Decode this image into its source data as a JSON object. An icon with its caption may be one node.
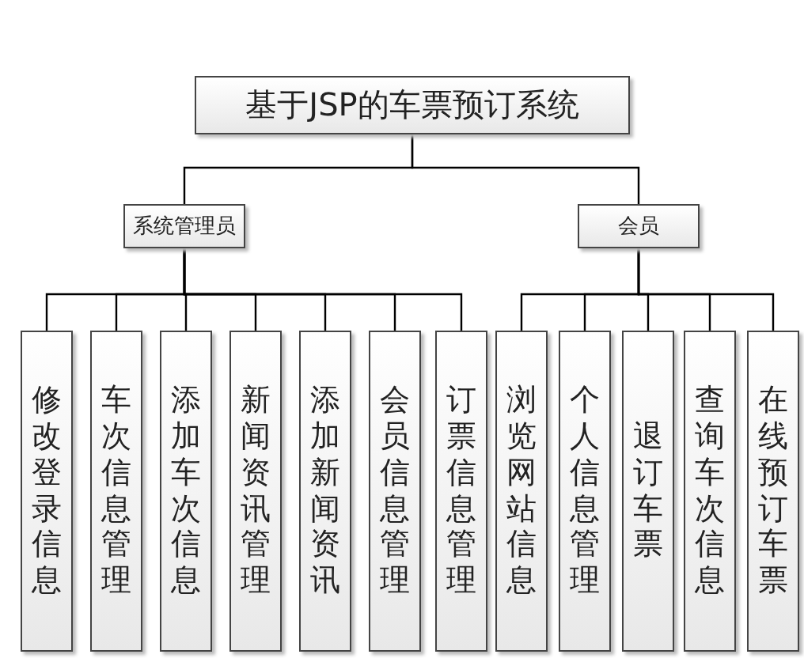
{
  "diagram": {
    "nodes": [
      {
        "text": [
          "基于JSP的车票预订系统"
        ]
      },
      {
        "text": [
          "系统管理员"
        ]
      },
      {
        "text": [
          "会员"
        ]
      },
      {
        "text": [
          "修改登录信息"
        ]
      },
      {
        "text": [
          "车次信息管理"
        ]
      },
      {
        "text": [
          "添加车次信息"
        ]
      },
      {
        "text": [
          "新闻资讯管理"
        ]
      },
      {
        "text": [
          "添加新闻资讯"
        ]
      },
      {
        "text": [
          "会员信息管理"
        ]
      },
      {
        "text": [
          "订票信息管理"
        ]
      },
      {
        "text": [
          "浏览网站信息"
        ]
      },
      {
        "text": [
          "个人信息管理"
        ]
      },
      {
        "text": [
          "退订车票"
        ]
      },
      {
        "text": [
          "查询车次信息"
        ]
      },
      {
        "text": [
          "在线预订车票"
        ]
      }
    ],
    "edges": [
      {
        "from": 0,
        "to": 1,
        "arrow": "none"
      },
      {
        "from": 0,
        "to": 2,
        "arrow": "none"
      },
      {
        "from": 1,
        "to": 3,
        "arrow": "none"
      },
      {
        "from": 1,
        "to": 4,
        "arrow": "none"
      },
      {
        "from": 1,
        "to": 5,
        "arrow": "none"
      },
      {
        "from": 1,
        "to": 6,
        "arrow": "none"
      },
      {
        "from": 1,
        "to": 7,
        "arrow": "none"
      },
      {
        "from": 1,
        "to": 8,
        "arrow": "none"
      },
      {
        "from": 1,
        "to": 9,
        "arrow": "none"
      },
      {
        "from": 2,
        "to": 10,
        "arrow": "none"
      },
      {
        "from": 2,
        "to": 11,
        "arrow": "none"
      },
      {
        "from": 2,
        "to": 12,
        "arrow": "none"
      },
      {
        "from": 2,
        "to": 13,
        "arrow": "none"
      },
      {
        "from": 2,
        "to": 14,
        "arrow": "none"
      }
    ]
  }
}
